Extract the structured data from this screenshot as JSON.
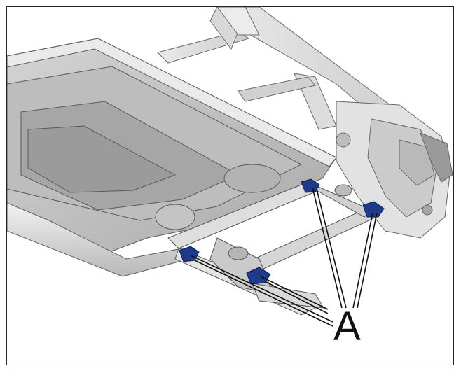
{
  "figure": {
    "callout_label": "A",
    "colors": {
      "body_light": "#e6e6e6",
      "body_mid": "#c9c9c9",
      "body_dark": "#8f8f8f",
      "outline": "#555555",
      "mount_blue": "#1f3a8a",
      "leader": "#111111"
    },
    "parts": [
      {
        "id": "mount-rear-left",
        "icon": "mounting-bracket"
      },
      {
        "id": "mount-rear-right",
        "icon": "mounting-bracket"
      },
      {
        "id": "mount-front-left",
        "icon": "mounting-bracket"
      },
      {
        "id": "mount-front-right",
        "icon": "mounting-bracket"
      }
    ]
  }
}
